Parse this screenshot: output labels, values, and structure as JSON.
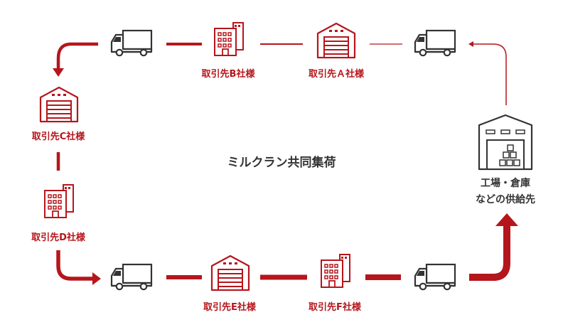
{
  "center_label": "ミルクラン共同集荷",
  "destination": {
    "line1": "工場・倉庫",
    "line2": "などの供給先"
  },
  "suppliers": {
    "a": "取引先Ａ社様",
    "b": "取引先B社様",
    "c": "取引先C社様",
    "d": "取引先D社様",
    "e": "取引先E社様",
    "f": "取引先F社様"
  },
  "icons": {
    "truck": "truck-icon",
    "office": "office-building-icon",
    "warehouse": "warehouse-icon",
    "factory": "factory-warehouse-icon"
  },
  "colors": {
    "accent": "#b5161c",
    "icon_dark": "#333333"
  }
}
